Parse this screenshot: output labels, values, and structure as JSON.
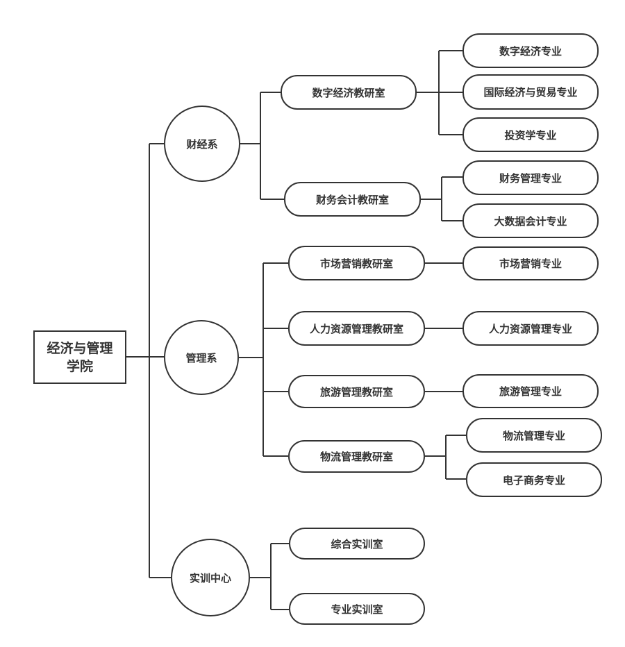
{
  "root": {
    "label": "经济与管理学院"
  },
  "departments": [
    {
      "label": "财经系",
      "offices": [
        {
          "label": "数字经济教研室",
          "majors": [
            "数字经济专业",
            "国际经济与贸易专业",
            "投资学专业"
          ]
        },
        {
          "label": "财务会计教研室",
          "majors": [
            "财务管理专业",
            "大数据会计专业"
          ]
        }
      ]
    },
    {
      "label": "管理系",
      "offices": [
        {
          "label": "市场营销教研室",
          "majors": [
            "市场营销专业"
          ]
        },
        {
          "label": "人力资源管理教研室",
          "majors": [
            "人力资源管理专业"
          ]
        },
        {
          "label": "旅游管理教研室",
          "majors": [
            "旅游管理专业"
          ]
        },
        {
          "label": "物流管理教研室",
          "majors": [
            "物流管理专业",
            "电子商务专业"
          ]
        }
      ]
    },
    {
      "label": "实训中心",
      "offices": [
        {
          "label": "综合实训室",
          "majors": []
        },
        {
          "label": "专业实训室",
          "majors": []
        }
      ]
    }
  ]
}
